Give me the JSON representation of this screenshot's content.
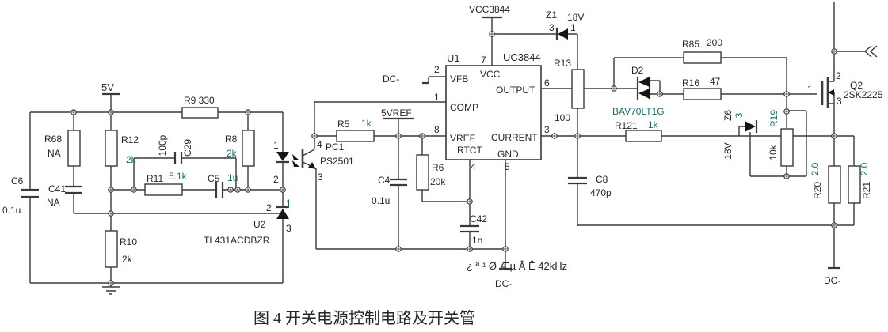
{
  "colors": {
    "wire": "#3a3a3a",
    "text": "#262626",
    "value_text": "#1b6b6b",
    "background": "#ffffff"
  },
  "schematic": {
    "labels": {
      "fiveV": "5V",
      "r9": "R9 330",
      "r68": "R68",
      "r68v": "NA",
      "c41": "C41",
      "c41v": "NA",
      "c6": "C6",
      "c6v": "0.1u",
      "r12": "R12",
      "r12v": "2k",
      "c29": "C29",
      "c29v": "100p",
      "r11": "R11",
      "r11v": "5.1k",
      "c5": "C5",
      "c5v": "1u",
      "r8": "R8",
      "r8v": "2k",
      "led_p1": "1",
      "led_p2": "2",
      "r10": "R10",
      "r10v": "2k",
      "u2_p2": "2",
      "u2_p1": "1",
      "u2": "U2",
      "u2_p3": "3",
      "u2v": "TL431ACDBZR",
      "pc1_p4": "4",
      "pc1": "PC1",
      "pc1v": "PS2501",
      "pc1_p3": "3",
      "r5": "R5",
      "r5v": "1k",
      "vref5": "5VREF",
      "c4": "C4",
      "c4v": "0.1u",
      "r6": "R6",
      "r6v": "20k",
      "c42": "C42",
      "c42v": "1n",
      "dc1": "DC-",
      "dc2": "DC-",
      "dc3": "DC-",
      "u1": "U1",
      "u1v": "UC3844",
      "pin2": "2",
      "pin1": "1",
      "pin8": "8",
      "pin7": "7",
      "pin6": "6",
      "pin3": "3",
      "pin4": "4",
      "pin5": "5",
      "vfb": "VFB",
      "comp": "COMP",
      "vrefl": "VREF",
      "rtct": "RTCT",
      "vcc": "VCC",
      "outputl": "OUTPUT",
      "currentl": "CURRENT",
      "gndl": "GND",
      "vcc3844": "VCC3844",
      "z1": "Z1",
      "z1v": "18V",
      "z1_p3": "3",
      "z1_p1": "1",
      "r13": "R13",
      "r13v": "100",
      "r85": "R85",
      "r85v": "200",
      "d2": "D2",
      "d2v": "BAV70LT1G",
      "r16": "R16",
      "r16v": "47",
      "r121": "R121",
      "r121v": "1k",
      "c8": "C8",
      "c8v": "470p",
      "z6": "Z6",
      "z6_p3": "3",
      "z6v": "18V",
      "r19": "R19",
      "r19v": "10k",
      "q2_p1": "1",
      "q2_p2": "2",
      "q2": "Q2",
      "q2v": "2SK2225",
      "q2_p3": "3",
      "r20": "R20",
      "r20v": "2.0",
      "r21": "R21",
      "r21v": "2.0",
      "freq": "¿ ª ¹ Ø Æµ Â Ê 42kHz",
      "caption": "图 4 开关电源控制电路及开关管"
    }
  }
}
